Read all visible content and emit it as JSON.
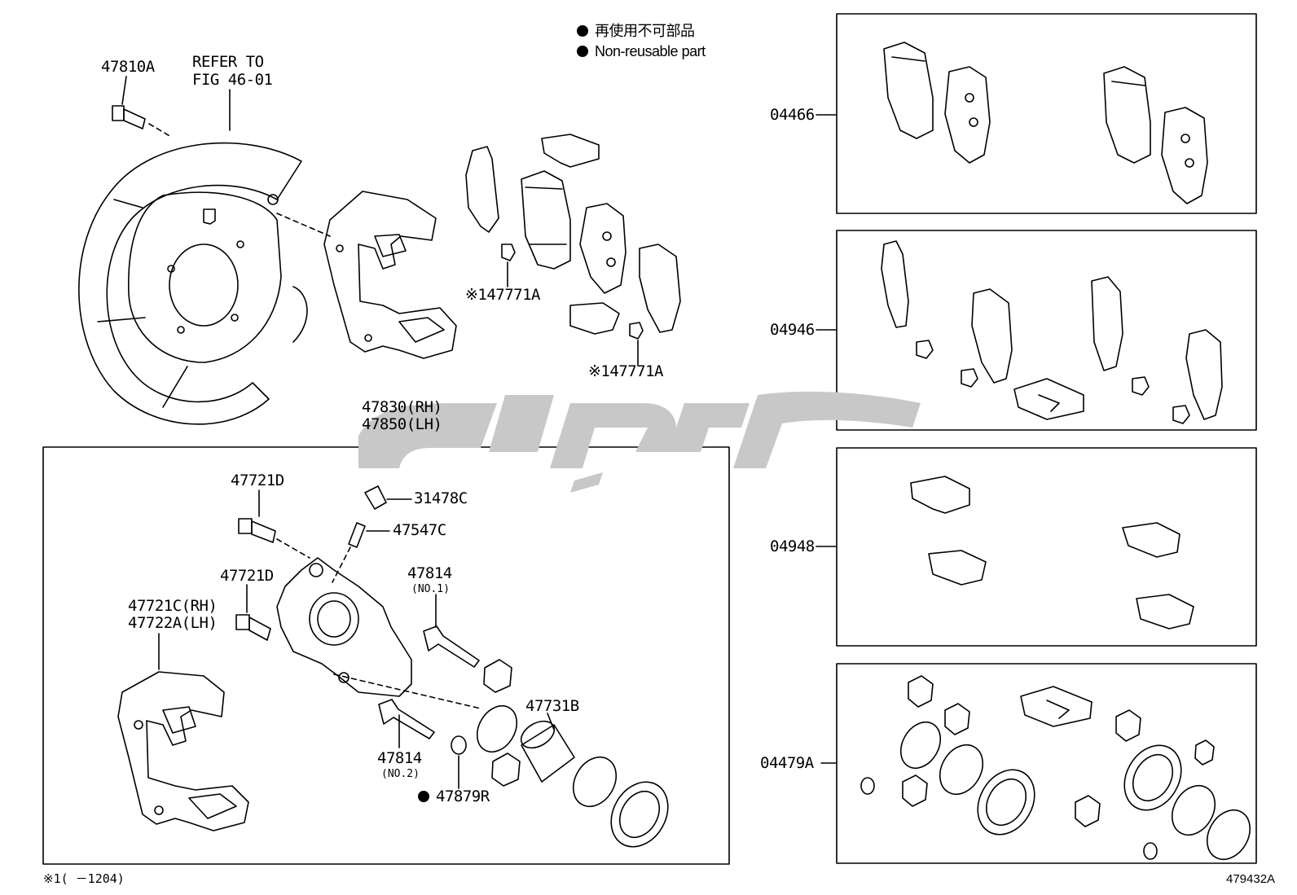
{
  "legend": {
    "jp": "再使用不可部品",
    "en": "Non-reusable part"
  },
  "refer": {
    "line1": "REFER TO",
    "line2": "FIG 46-01"
  },
  "labels": {
    "p47810A": "47810A",
    "p47771A_1": "※147771A",
    "p47771A_2": "※147771A",
    "p47830": "47830(RH)",
    "p47850": "47850(LH)",
    "p47721D_1": "47721D",
    "p47721D_2": "47721D",
    "p31478C": "31478C",
    "p47547C": "47547C",
    "p47814_1": "47814",
    "p47814_1_sub": "(NO.1)",
    "p47721C": "47721C(RH)",
    "p47722A": "47722A(LH)",
    "p47731B": "47731B",
    "p47814_2": "47814",
    "p47814_2_sub": "(NO.2)",
    "p47879R": "47879R"
  },
  "kits": [
    {
      "code": "04466"
    },
    {
      "code": "04946"
    },
    {
      "code": "04948"
    },
    {
      "code": "04479A"
    }
  ],
  "footnote": "※1(      －1204)",
  "figure_id": "479432A",
  "colors": {
    "line": "#000000",
    "watermark": "#c8c8c8"
  }
}
